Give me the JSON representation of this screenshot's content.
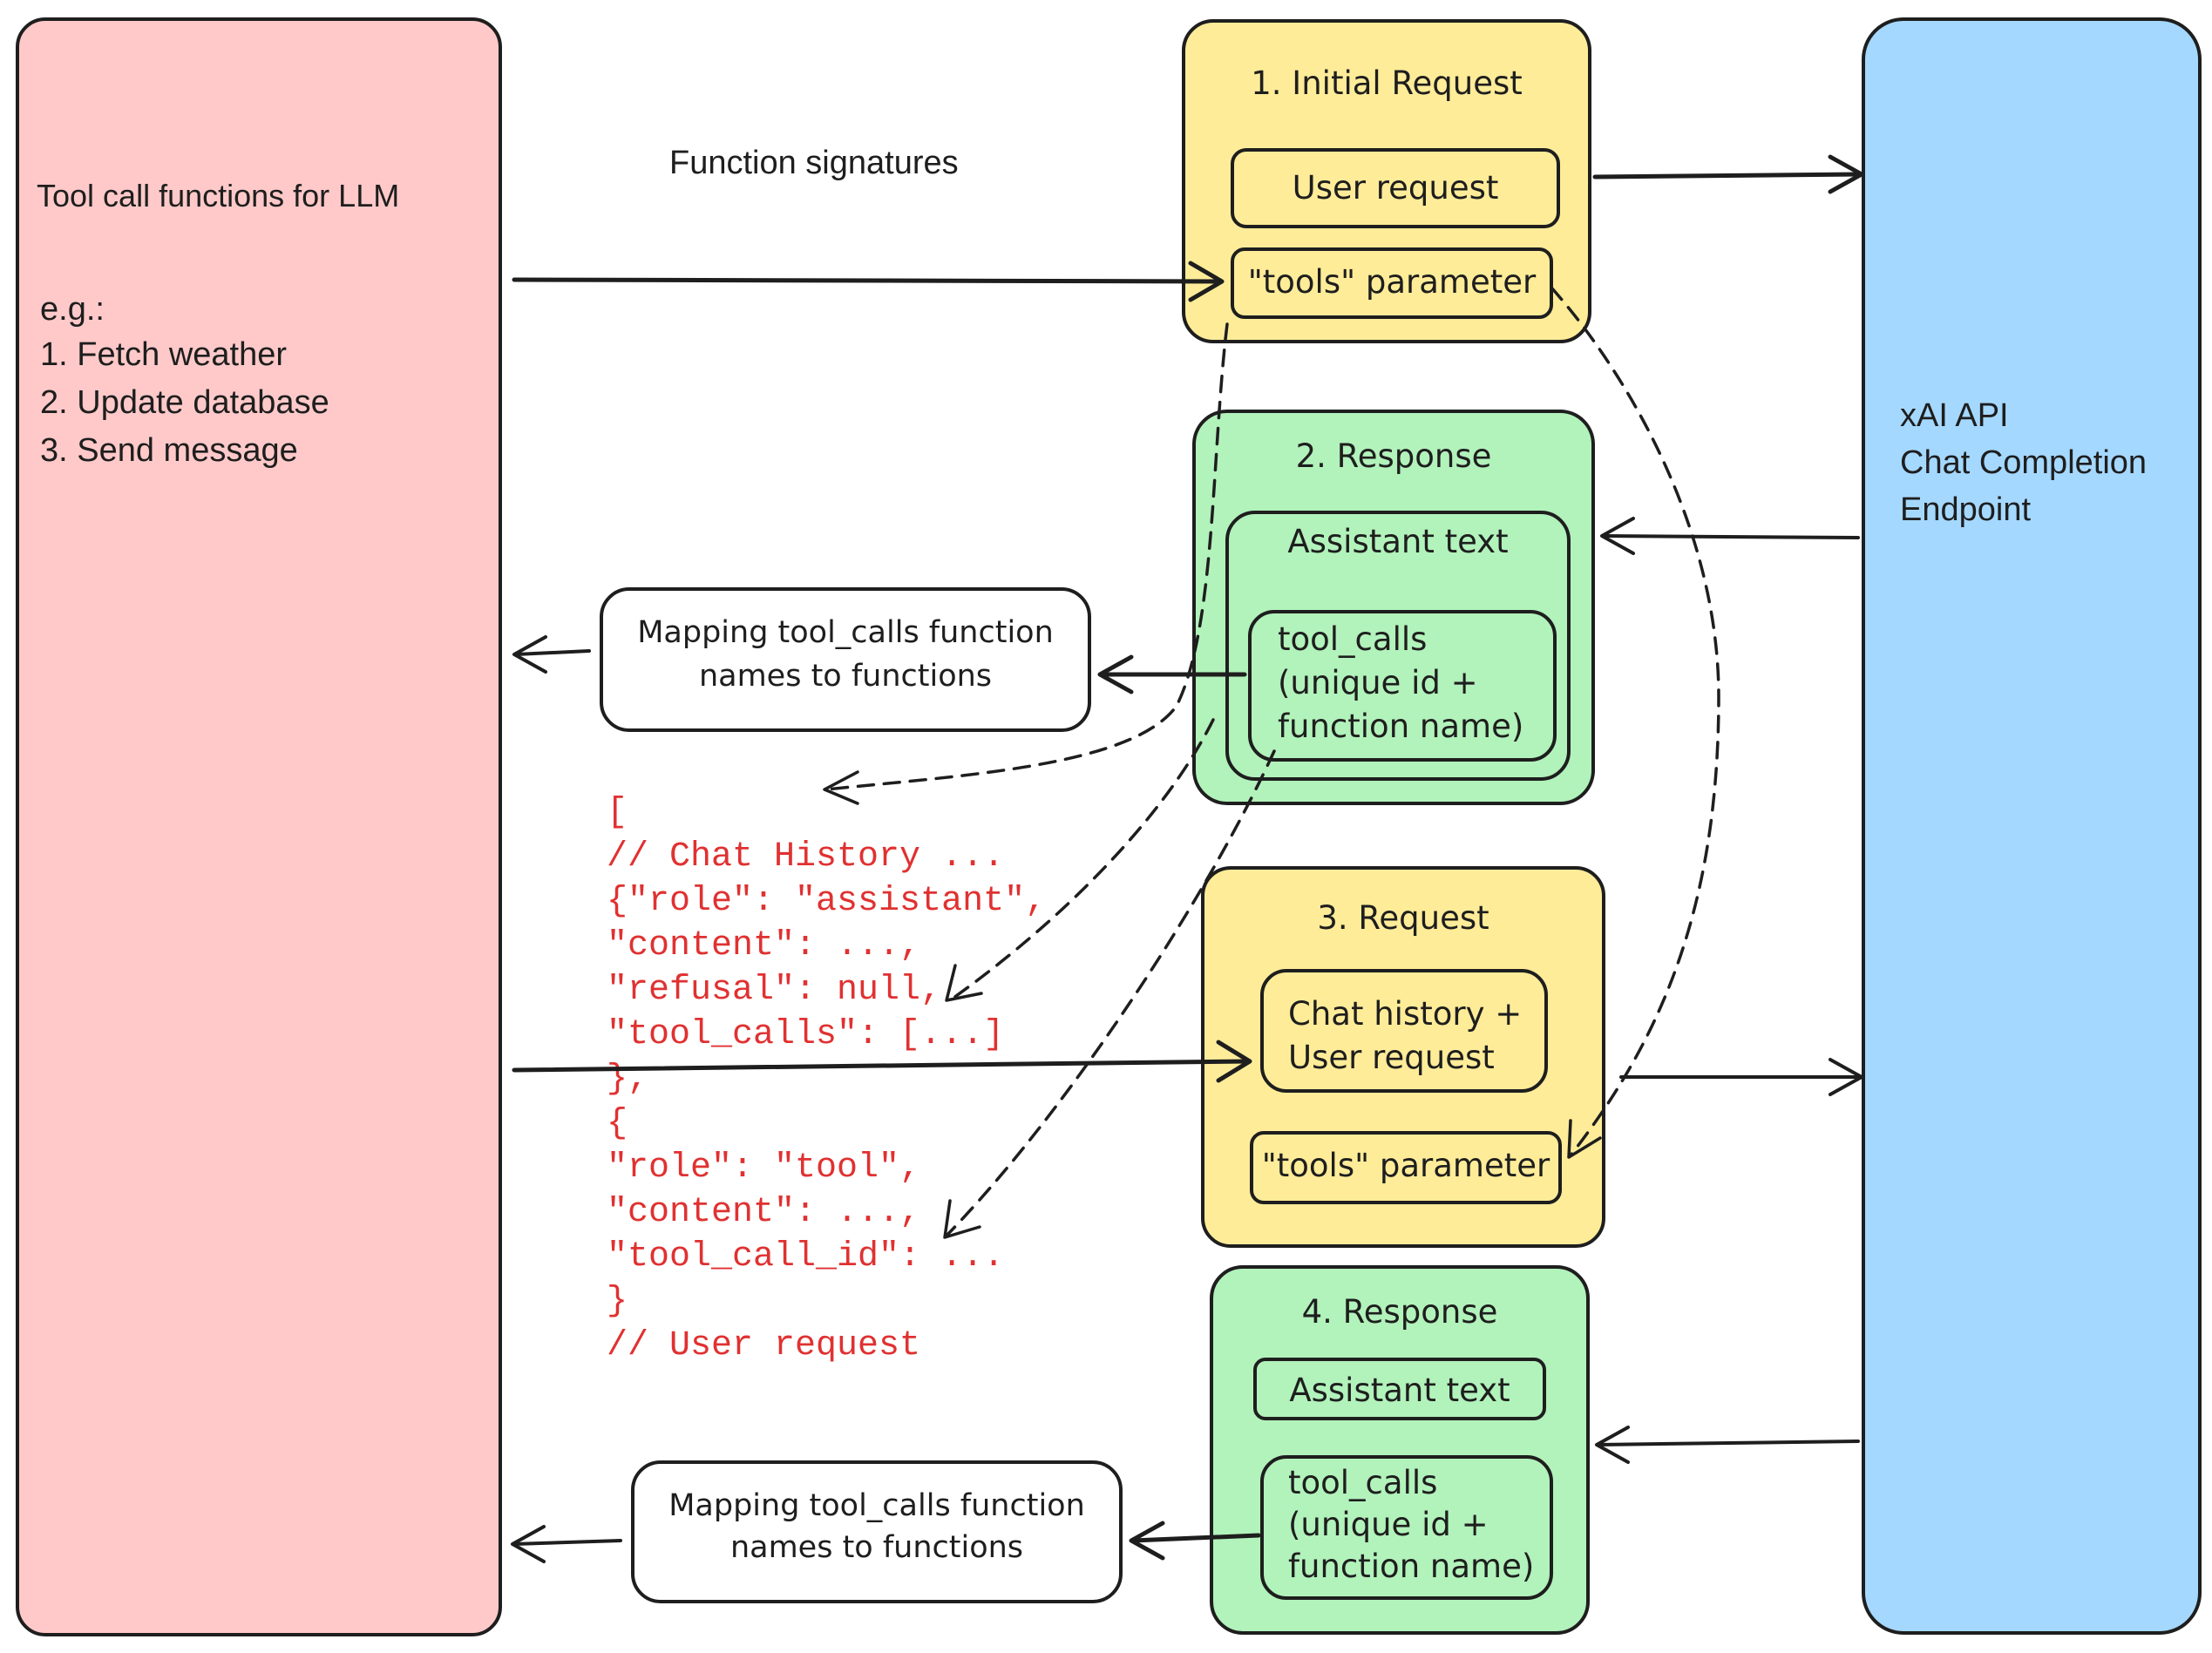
{
  "left_panel": {
    "title": "Tool call functions for LLM",
    "example_heading": "e.g.:",
    "examples": [
      "1. Fetch weather",
      "2. Update database",
      "3. Send message"
    ]
  },
  "right_panel": {
    "lines": [
      "xAI API",
      "Chat Completion",
      "Endpoint"
    ]
  },
  "edge_labels": {
    "function_signatures": "Function signatures"
  },
  "step1": {
    "title": "1. Initial Request",
    "user_request": "User request",
    "tools_parameter": "\"tools\" parameter"
  },
  "step2": {
    "title": "2. Response",
    "assistant_text": "Assistant text",
    "tool_calls": [
      "tool_calls",
      "(unique id +",
      "function name)"
    ]
  },
  "step3": {
    "title": "3. Request",
    "chat_history": [
      "Chat history +",
      "User request"
    ],
    "tools_parameter": "\"tools\" parameter"
  },
  "step4": {
    "title": "4. Response",
    "assistant_text": "Assistant text",
    "tool_calls": [
      "tool_calls",
      "(unique id +",
      "function name)"
    ]
  },
  "mapping_box_1": [
    "Mapping tool_calls function",
    "names to functions"
  ],
  "mapping_box_2": [
    "Mapping tool_calls function",
    "names to functions"
  ],
  "code_snippet": [
    "[",
    "// Chat History ...",
    "{\"role\": \"assistant\",",
    "\"content\": ...,",
    "\"refusal\": null,",
    "\"tool_calls\": [...]",
    "},",
    "{",
    "\"role\": \"tool\",",
    "\"content\": ...,",
    "\"tool_call_id\": ...",
    "}",
    "// User request"
  ],
  "colors": {
    "functions_panel": "#ffc9c9",
    "api_panel": "#a5d8ff",
    "request": "#ffec99",
    "response": "#b2f2bb",
    "code": "#e03131",
    "stroke": "#1e1e1e"
  }
}
